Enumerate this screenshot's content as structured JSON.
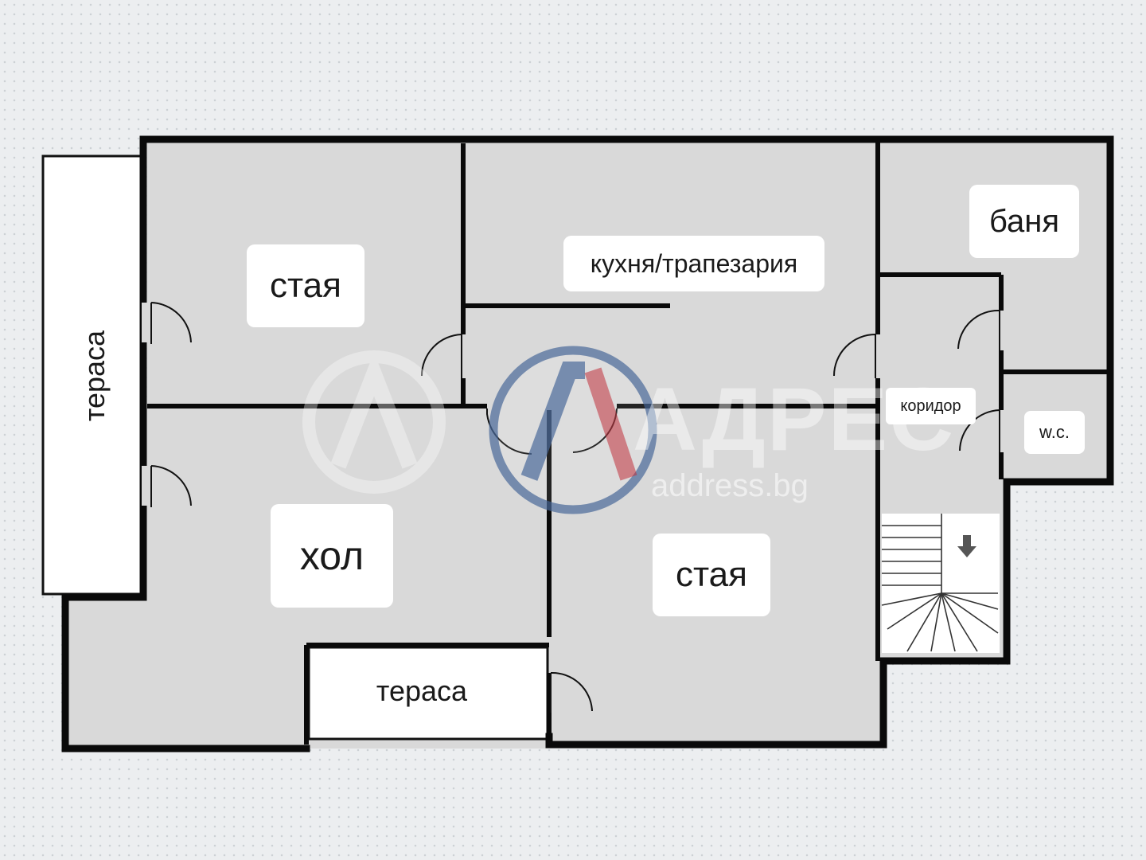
{
  "rooms": {
    "room_left": "стая",
    "kitchen": "кухня/трапезария",
    "bathroom": "баня",
    "terrace_left": "тераса",
    "corridor": "коридор",
    "wc": "w.c.",
    "hall": "хол",
    "room_right": "стая",
    "terrace_bottom": "тераса"
  },
  "watermark": {
    "brand": "АДРЕС",
    "site": "address.bg"
  },
  "colors": {
    "floor": "#d9d9d9",
    "wall": "#0a0a0a",
    "accent_blue": "#4a6a9a",
    "accent_red": "#c0303a"
  }
}
